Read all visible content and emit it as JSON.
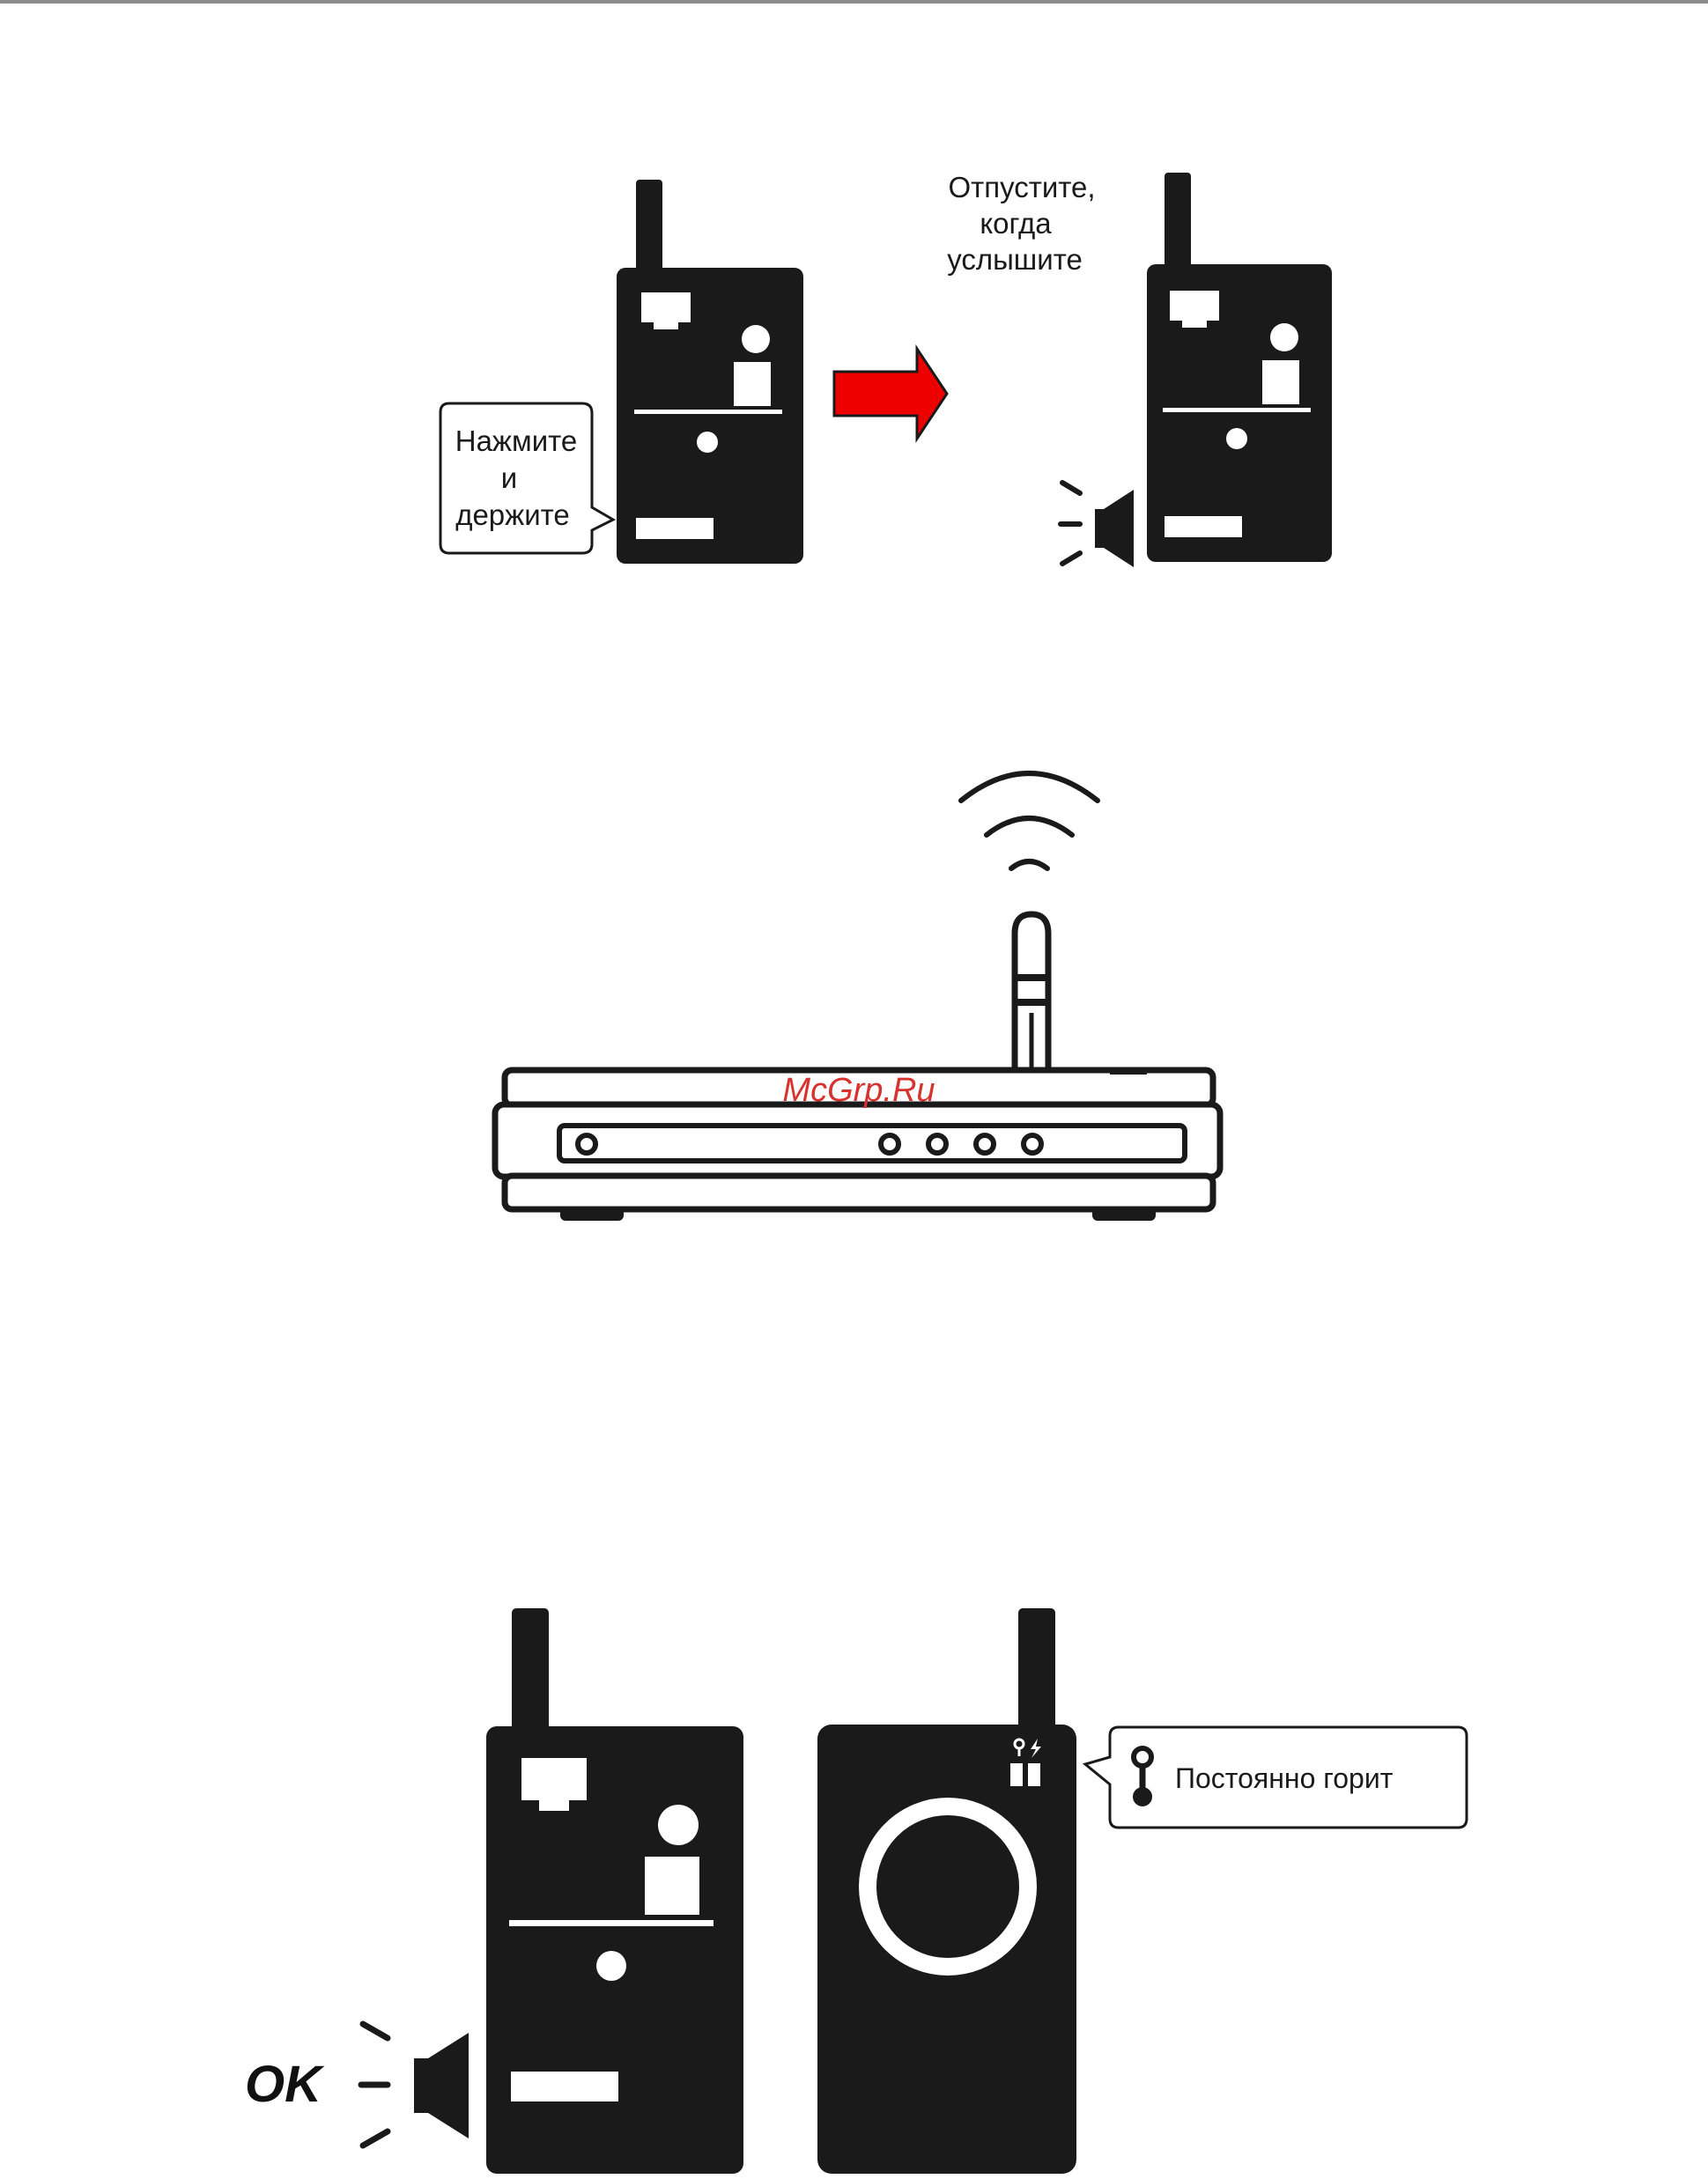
{
  "step1": {
    "press_label": [
      "Нажмите",
      "и",
      "держите"
    ],
    "release_label": [
      "Отпустите,",
      "когда",
      "услышите"
    ]
  },
  "step2": {
    "watermark": "McGrp.Ru"
  },
  "step3": {
    "led_label": "Постоянно горит",
    "ok_label": "OK"
  },
  "colors": {
    "device": "#1a1a1a",
    "arrow": "#ee0000",
    "watermark": "#d6322e",
    "rule": "#8c8c8c"
  }
}
